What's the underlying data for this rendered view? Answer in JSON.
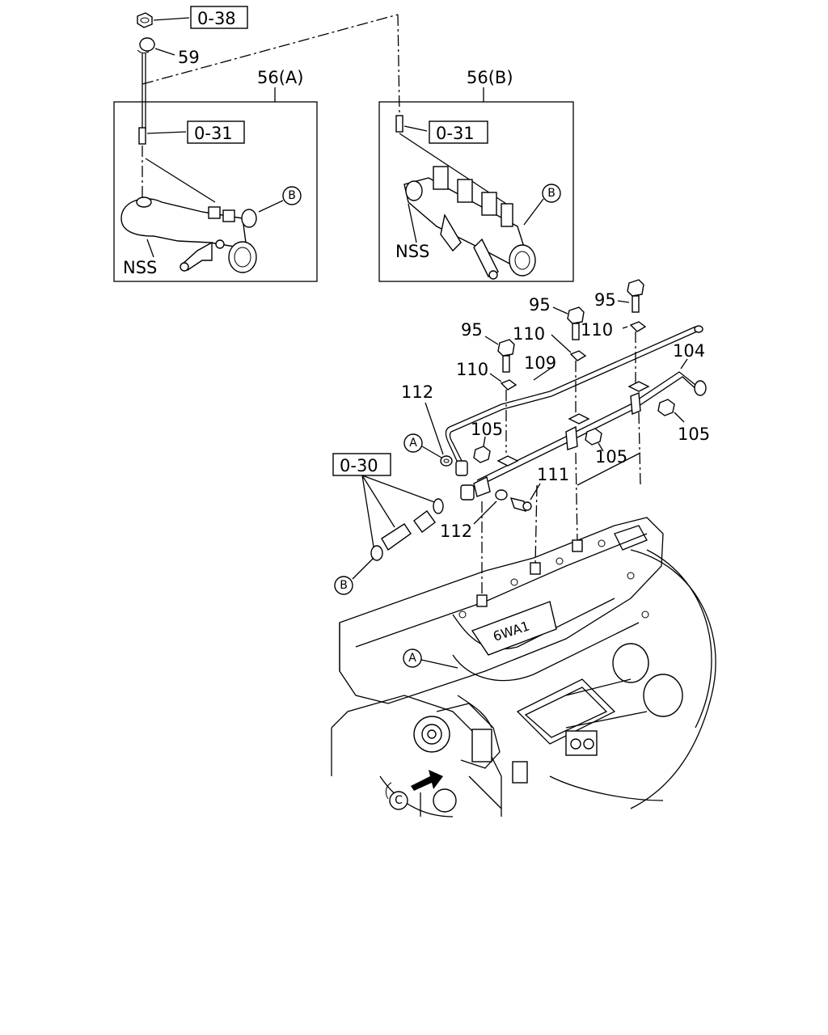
{
  "refs": {
    "r038": "0-38",
    "r031a": "0-31",
    "r031b": "0-31",
    "r030": "0-30"
  },
  "labels": {
    "l59": "59",
    "l56a": "56(A)",
    "l56b": "56(B)",
    "nss_a": "NSS",
    "nss_b": "NSS",
    "l95a": "95",
    "l95b": "95",
    "l95c": "95",
    "l110a": "110",
    "l110b": "110",
    "l110c": "110",
    "l109": "109",
    "l104": "104",
    "l112a": "112",
    "l112b": "112",
    "l105a": "105",
    "l105b": "105",
    "l105c": "105",
    "l111": "111",
    "engine_badge": "6WA1"
  },
  "circles": {
    "b_top_a": "B",
    "b_top_b": "B",
    "a_upper": "A",
    "b_lower": "B",
    "a_engine": "A",
    "c_engine": "C"
  }
}
